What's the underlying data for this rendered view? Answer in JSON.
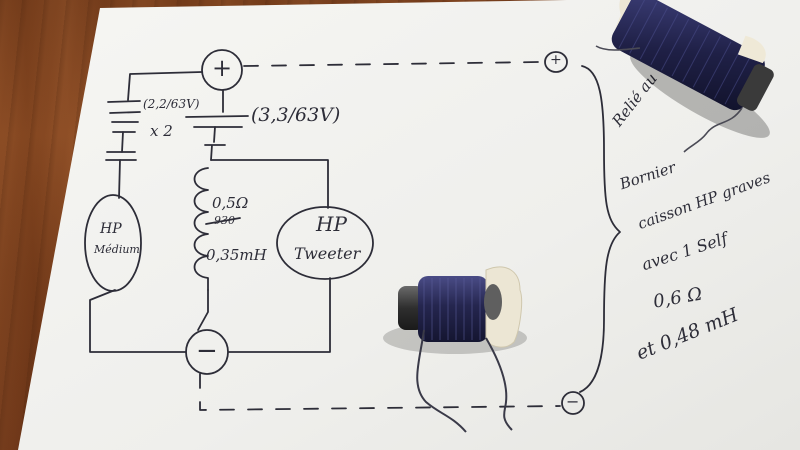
{
  "colors": {
    "ink": "#2d2d38",
    "paper": "#f4f4f1",
    "wire": "#2a2b55",
    "core": "#3a3a3a",
    "bobbin": "#eae3cf"
  },
  "icons": [
    "inductor-coil-photo",
    "capacitor-symbol",
    "inductor-symbol"
  ],
  "diagram": {
    "plus_node": "+",
    "minus_node": "−",
    "cap_left_label": "(2,2/63V)",
    "cap_left_multiplier": "x 2",
    "cap_right_label": "(3,3/63V)",
    "coil_resistance": "0,5Ω",
    "coil_struck": "930",
    "coil_inductance": "0,35mH",
    "speaker_left_line1": "HP",
    "speaker_left_line2": "Médium",
    "speaker_right_line1": "HP",
    "speaker_right_line2": "Tweeter",
    "terminal_plus": "+",
    "terminal_minus": "−"
  },
  "note": {
    "line1": "Relié au",
    "line2": "Bornier",
    "line3": "caisson HP graves",
    "line4": "avec 1 Self",
    "line5": "0,6 Ω",
    "line6": "et 0,48 mH"
  }
}
